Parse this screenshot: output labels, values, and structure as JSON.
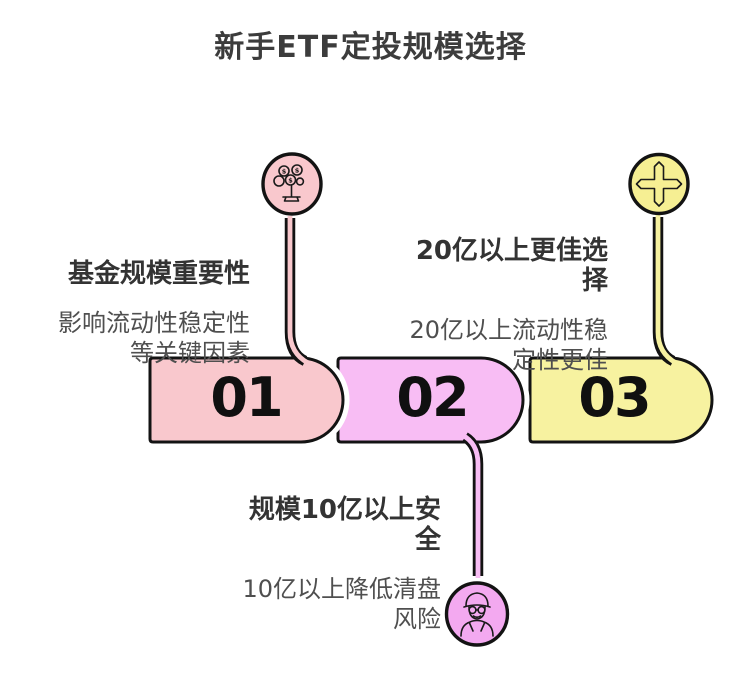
{
  "title": "新手ETF定投规模选择",
  "colors": {
    "step1": "#f9c8cd",
    "step2": "#f8bdf4",
    "step2_icon": "#f3a9f0",
    "step3": "#f7f2a0",
    "step3_icon": "#f6ef93",
    "outline": "#131313"
  },
  "icons": {
    "coin_symbol": "$"
  },
  "steps": [
    {
      "number": "01",
      "icon": "money-tree-icon",
      "title": "基金规模重要性",
      "description": "影响流动性稳定性\n等关键因素"
    },
    {
      "number": "02",
      "icon": "safety-person-icon",
      "title": "规模10亿以上安\n全",
      "description": "10亿以上降低清盘\n风险"
    },
    {
      "number": "03",
      "icon": "crossroads-icon",
      "title": "20亿以上更佳选\n择",
      "description": "20亿以上流动性稳\n定性更佳"
    }
  ]
}
